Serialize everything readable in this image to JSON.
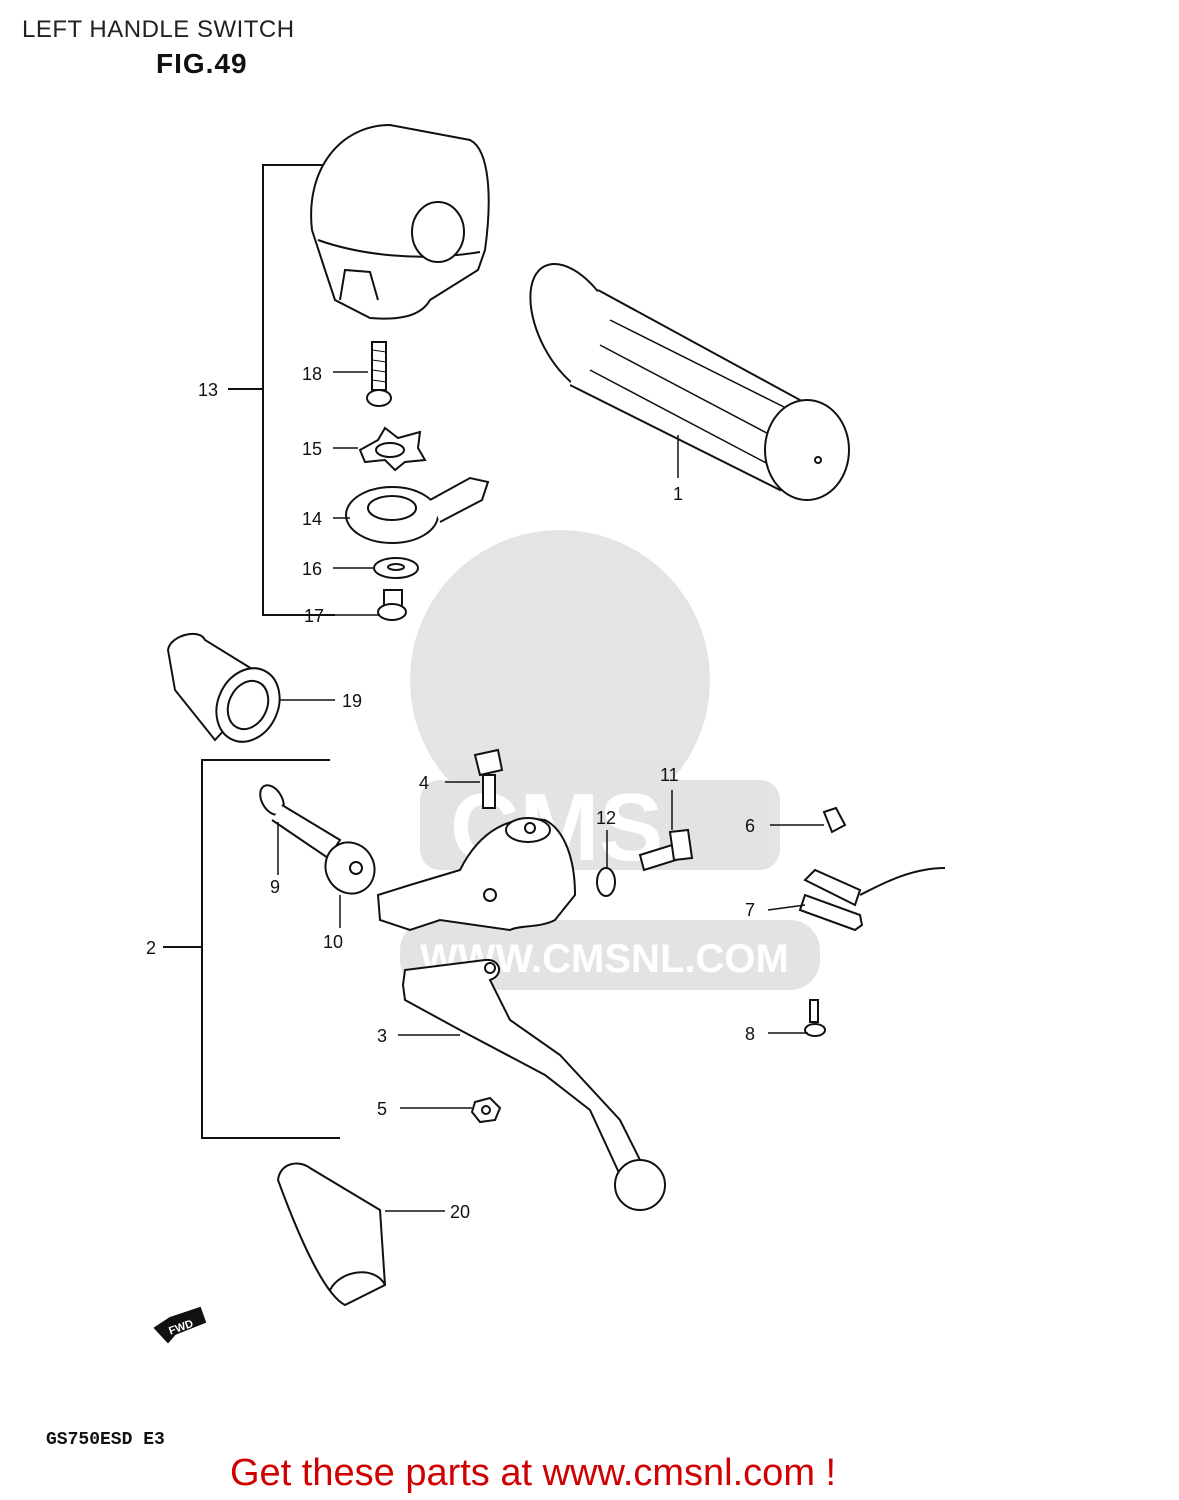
{
  "header": {
    "title": "LEFT HANDLE SWITCH",
    "figure": "FIG.49"
  },
  "callouts": [
    "1",
    "2",
    "3",
    "4",
    "5",
    "6",
    "7",
    "8",
    "9",
    "10",
    "11",
    "12",
    "13",
    "14",
    "15",
    "16",
    "17",
    "18",
    "19",
    "20"
  ],
  "arrow_label": "FWD",
  "model": "GS750ESD  E3",
  "watermark": {
    "logo_text": "CMS",
    "url_text": "WWW.CMSNL.COM"
  },
  "footer": {
    "link_text": "Get these parts at www.cmsnl.com !",
    "color": "#d00000"
  }
}
